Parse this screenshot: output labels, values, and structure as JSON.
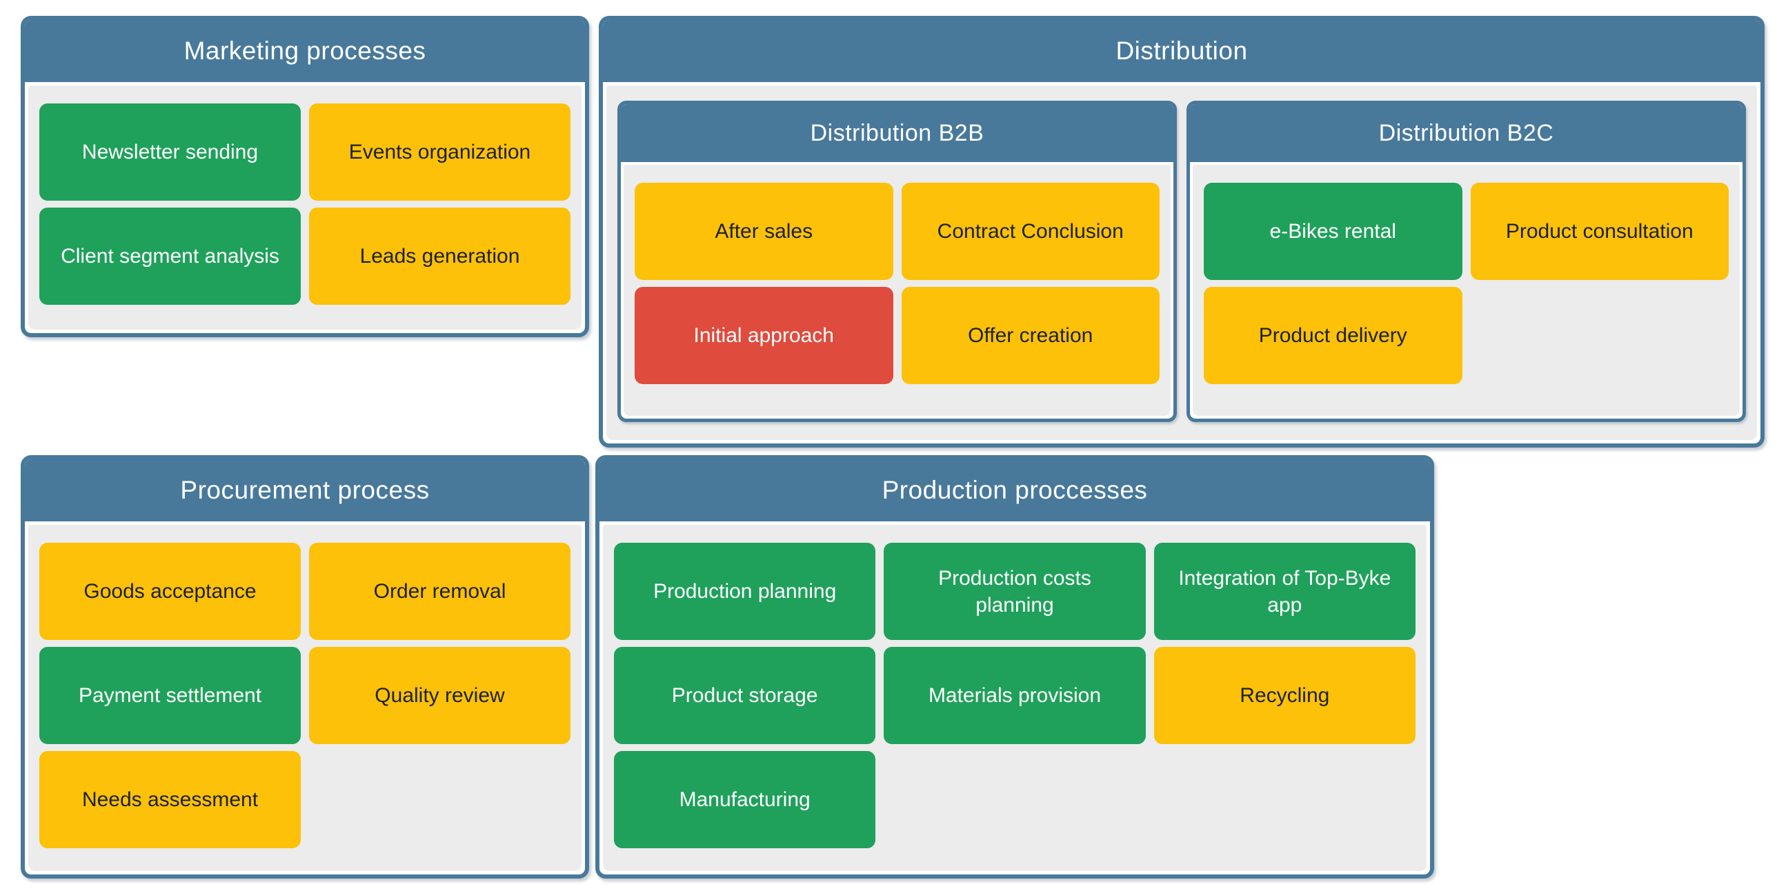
{
  "colors": {
    "page-bg": "#ffffff",
    "panel-blue": "#48799b",
    "panel-border": "#48799b",
    "panel-body-bg": "#ececec",
    "tile-green": "#1fa15b",
    "tile-yellow": "#fcc108",
    "tile-red": "#df4b3c",
    "tile-text-dark": "#1d2129",
    "tile-text-light": "#ffffff"
  },
  "panels": [
    {
      "id": "marketing",
      "title": "Marketing processes",
      "tiles": [
        {
          "label": "Newsletter sending",
          "color": "green",
          "bg": "#1fa15b",
          "fg": "#ffffff"
        },
        {
          "label": "Events organization",
          "color": "yellow",
          "bg": "#fcc108",
          "fg": "#1d2129"
        },
        {
          "label": "Client segment analysis",
          "color": "green",
          "bg": "#1fa15b",
          "fg": "#ffffff"
        },
        {
          "label": "Leads generation",
          "color": "yellow",
          "bg": "#fcc108",
          "fg": "#1d2129"
        }
      ]
    },
    {
      "id": "distribution",
      "title": "Distribution",
      "subpanels": [
        {
          "id": "distribution-b2b",
          "title": "Distribution B2B",
          "tiles": [
            {
              "label": "After sales",
              "color": "yellow",
              "bg": "#fcc108",
              "fg": "#1d2129"
            },
            {
              "label": "Contract Conclusion",
              "color": "yellow",
              "bg": "#fcc108",
              "fg": "#1d2129"
            },
            {
              "label": "Initial approach",
              "color": "red",
              "bg": "#df4b3c",
              "fg": "#ffffff"
            },
            {
              "label": "Offer creation",
              "color": "yellow",
              "bg": "#fcc108",
              "fg": "#1d2129"
            }
          ]
        },
        {
          "id": "distribution-b2c",
          "title": "Distribution B2C",
          "tiles": [
            {
              "label": "e-Bikes rental",
              "color": "green",
              "bg": "#1fa15b",
              "fg": "#ffffff"
            },
            {
              "label": "Product consultation",
              "color": "yellow",
              "bg": "#fcc108",
              "fg": "#1d2129"
            },
            {
              "label": "Product delivery",
              "color": "yellow",
              "bg": "#fcc108",
              "fg": "#1d2129"
            }
          ]
        }
      ]
    },
    {
      "id": "procurement",
      "title": "Procurement process",
      "tiles": [
        {
          "label": "Goods acceptance",
          "color": "yellow",
          "bg": "#fcc108",
          "fg": "#1d2129"
        },
        {
          "label": "Order removal",
          "color": "yellow",
          "bg": "#fcc108",
          "fg": "#1d2129"
        },
        {
          "label": "Payment settlement",
          "color": "green",
          "bg": "#1fa15b",
          "fg": "#ffffff"
        },
        {
          "label": "Quality review",
          "color": "yellow",
          "bg": "#fcc108",
          "fg": "#1d2129"
        },
        {
          "label": "Needs assessment",
          "color": "yellow",
          "bg": "#fcc108",
          "fg": "#1d2129"
        }
      ]
    },
    {
      "id": "production",
      "title": "Production proccesses",
      "tiles": [
        {
          "label": "Production planning",
          "color": "green",
          "bg": "#1fa15b",
          "fg": "#ffffff"
        },
        {
          "label": "Production costs planning",
          "color": "green",
          "bg": "#1fa15b",
          "fg": "#ffffff"
        },
        {
          "label": "Integration of Top-Byke app",
          "color": "green",
          "bg": "#1fa15b",
          "fg": "#ffffff"
        },
        {
          "label": "Product storage",
          "color": "green",
          "bg": "#1fa15b",
          "fg": "#ffffff"
        },
        {
          "label": "Materials provision",
          "color": "green",
          "bg": "#1fa15b",
          "fg": "#ffffff"
        },
        {
          "label": "Recycling",
          "color": "yellow",
          "bg": "#fcc108",
          "fg": "#1d2129"
        },
        {
          "label": "Manufacturing",
          "color": "green",
          "bg": "#1fa15b",
          "fg": "#ffffff"
        }
      ]
    }
  ]
}
